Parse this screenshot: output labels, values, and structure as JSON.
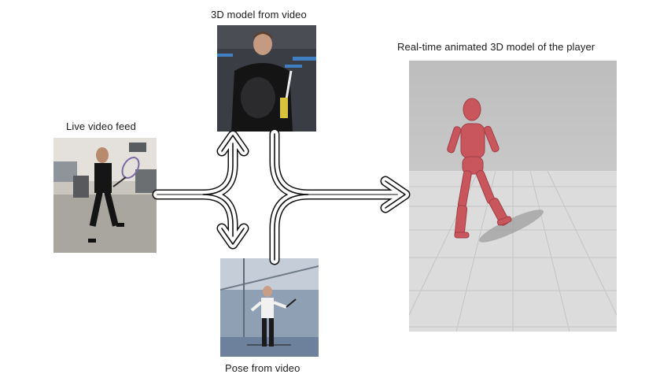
{
  "labels": {
    "live_feed": "Live video feed",
    "model_from_video": "3D model from video",
    "pose_from_video": "Pose from video",
    "animated_model": "Real-time animated 3D model of the player"
  },
  "colors": {
    "background": "#ffffff",
    "arrow_stroke": "#111111",
    "avatar": "#c9555d",
    "floor": "#d9d9d9",
    "studio_dark": "#3a3d43",
    "court": "#7b8fa8"
  }
}
